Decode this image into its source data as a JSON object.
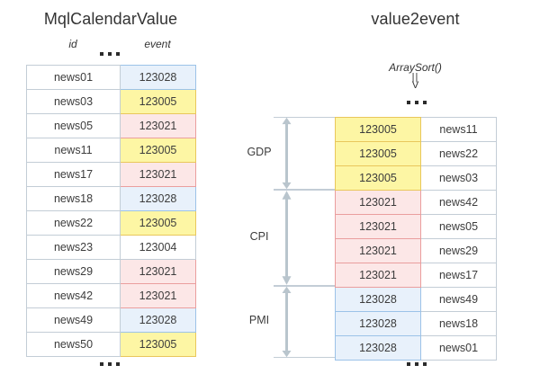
{
  "left_panel": {
    "title": "MqlCalendarValue",
    "columns": {
      "id": "id",
      "event": "event"
    },
    "ellipsis_top": "...",
    "ellipsis_bottom": "...",
    "rows": [
      {
        "id": "news01",
        "event": "123028",
        "fill": "blue"
      },
      {
        "id": "news03",
        "event": "123005",
        "fill": "yellow"
      },
      {
        "id": "news05",
        "event": "123021",
        "fill": "pink"
      },
      {
        "id": "news11",
        "event": "123005",
        "fill": "yellow"
      },
      {
        "id": "news17",
        "event": "123021",
        "fill": "pink"
      },
      {
        "id": "news18",
        "event": "123028",
        "fill": "blue"
      },
      {
        "id": "news22",
        "event": "123005",
        "fill": "yellow"
      },
      {
        "id": "news23",
        "event": "123004",
        "fill": "none"
      },
      {
        "id": "news29",
        "event": "123021",
        "fill": "pink"
      },
      {
        "id": "news42",
        "event": "123021",
        "fill": "pink"
      },
      {
        "id": "news49",
        "event": "123028",
        "fill": "blue"
      },
      {
        "id": "news50",
        "event": "123005",
        "fill": "yellow"
      }
    ]
  },
  "right_panel": {
    "title": "value2event",
    "sort_label": "ArraySort()",
    "sort_arrow_bar": "||",
    "sort_arrow_vee": "V",
    "ellipsis_top": "...",
    "ellipsis_bottom": "...",
    "rows": [
      {
        "value": "123005",
        "id": "news11",
        "fill": "yellow"
      },
      {
        "value": "123005",
        "id": "news22",
        "fill": "yellow"
      },
      {
        "value": "123005",
        "id": "news03",
        "fill": "yellow"
      },
      {
        "value": "123021",
        "id": "news42",
        "fill": "pink"
      },
      {
        "value": "123021",
        "id": "news05",
        "fill": "pink"
      },
      {
        "value": "123021",
        "id": "news29",
        "fill": "pink"
      },
      {
        "value": "123021",
        "id": "news17",
        "fill": "pink"
      },
      {
        "value": "123028",
        "id": "news49",
        "fill": "blue"
      },
      {
        "value": "123028",
        "id": "news18",
        "fill": "blue"
      },
      {
        "value": "123028",
        "id": "news01",
        "fill": "blue"
      }
    ],
    "groups": [
      {
        "label": "GDP",
        "rows": 3,
        "fill": "yellow"
      },
      {
        "label": "CPI",
        "rows": 4,
        "fill": "pink"
      },
      {
        "label": "PMI",
        "rows": 3,
        "fill": "blue"
      }
    ]
  },
  "colors": {
    "blue_fill": "#e8f1fb",
    "blue_border": "#9cc3e8",
    "yellow_fill": "#fdf6a4",
    "yellow_border": "#e9c75c",
    "pink_fill": "#fce7e7",
    "pink_border": "#ea9e9e",
    "grid_border": "#c3cdd6",
    "arrow_gray": "#b9c5cd",
    "text": "#3c3c3c",
    "background": "#ffffff"
  }
}
